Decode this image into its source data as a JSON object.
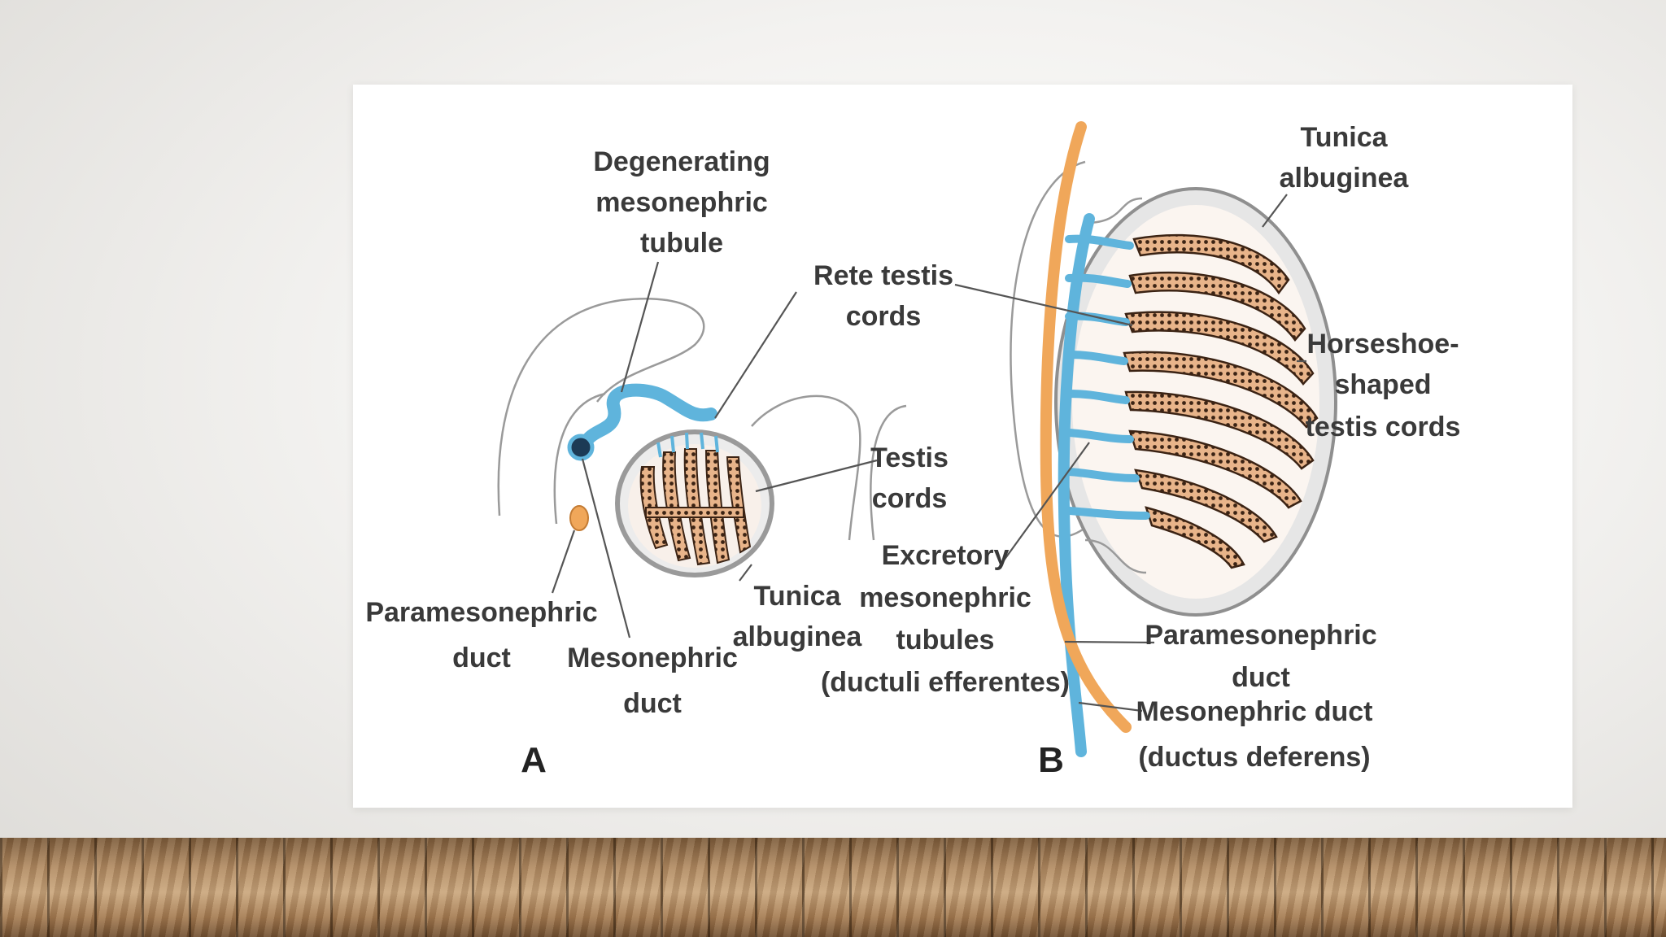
{
  "diagram": {
    "panel_a": {
      "letter": "A",
      "labels": {
        "degenerating_line1": "Degenerating",
        "degenerating_line2": "mesonephric",
        "degenerating_line3": "tubule",
        "rete_line1": "Rete testis",
        "rete_line2": "cords",
        "testis_line1": "Testis",
        "testis_line2": "cords",
        "tunica_line1": "Tunica",
        "tunica_line2": "albuginea",
        "paramesonephric_line1": "Paramesonephric",
        "paramesonephric_line2": "duct",
        "mesonephric_line1": "Mesonephric",
        "mesonephric_line2": "duct"
      }
    },
    "panel_b": {
      "letter": "B",
      "labels": {
        "tunica_line1": "Tunica",
        "tunica_line2": "albuginea",
        "horseshoe_line1": "Horseshoe-",
        "horseshoe_line2": "shaped",
        "horseshoe_line3": "testis cords",
        "excretory_line1": "Excretory",
        "excretory_line2": "mesonephric",
        "excretory_line3": "tubules",
        "excretory_line4": "(ductuli efferentes)",
        "paramesonephric_line1": "Paramesonephric",
        "paramesonephric_line2": "duct",
        "mesonephric_line1": "Mesonephric duct",
        "mesonephric_line2": "(ductus deferens)"
      }
    },
    "colors": {
      "mesonephric_blue": "#5fb4dc",
      "paramesonephric_orange": "#f0a75a",
      "cord_brown": "#a0522d",
      "tunica_gray": "#9a9a9a"
    }
  }
}
